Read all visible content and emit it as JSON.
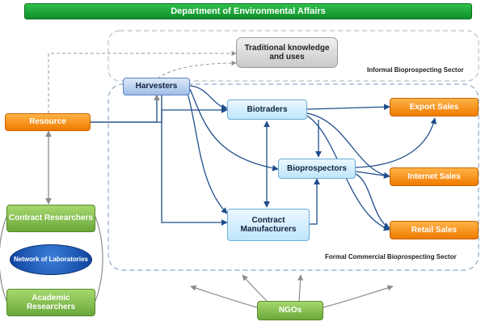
{
  "title": "Department of Environmental Affairs",
  "nodes": {
    "traditional": "Traditional knowledge and uses",
    "harvesters": "Harvesters",
    "resource": "Resource",
    "biotraders": "Biotraders",
    "bioprospectors": "Bioprospectors",
    "contract_manufacturers": "Contract Manufacturers",
    "export_sales": "Export Sales",
    "internet_sales": "Internet Sales",
    "retail_sales": "Retail Sales",
    "contract_researchers": "Contract Researchers",
    "network_of_laboratories": "Network of Laboratories",
    "academic_researchers": "Academic Researchers",
    "ngos": "NGOs"
  },
  "sectors": {
    "informal": "Informal Bioprospecting Sector",
    "formal": "Formal Commercial Bioprospecting Sector"
  },
  "colors": {
    "title_bar": "#17a33a",
    "orange": "#f59000",
    "light_blue": "#c9ebfc",
    "grey": "#d4d4d4",
    "light_green": "#7cb94a",
    "navy": "#0b3f9a",
    "connector": "#1f4e8c",
    "secondary_connector": "#9a9a9a"
  }
}
